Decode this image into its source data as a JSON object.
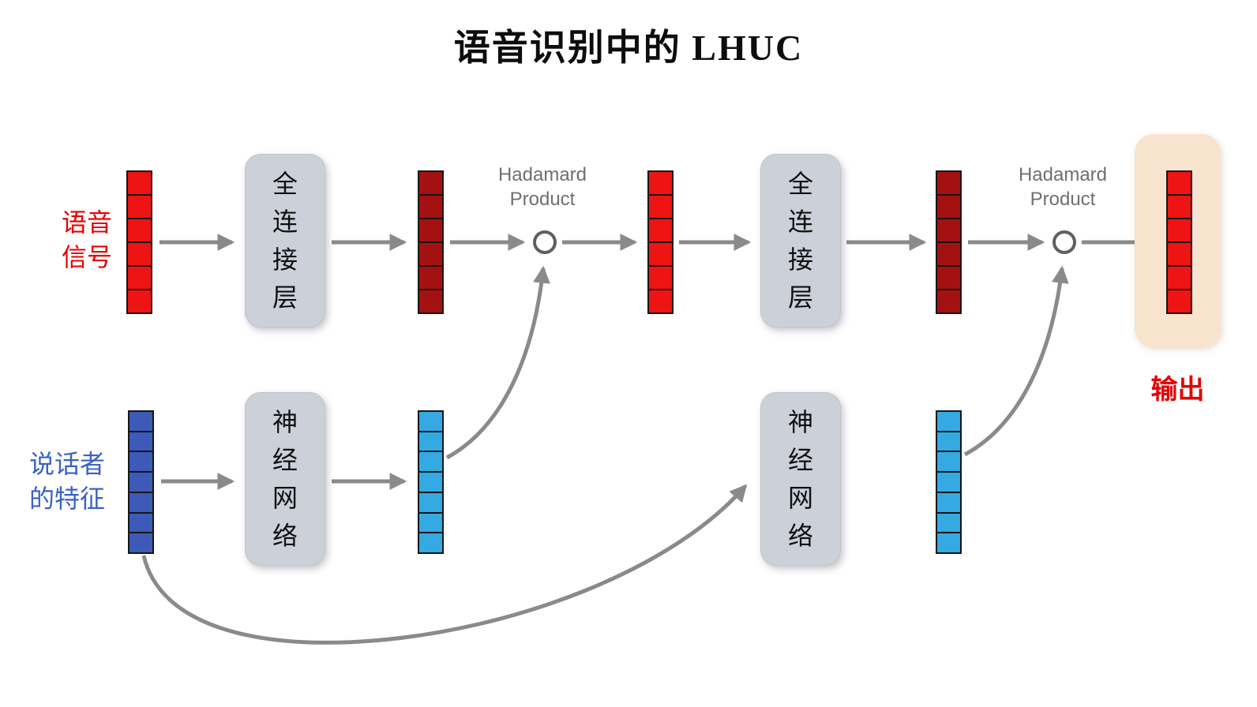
{
  "title": "语音识别中的 LHUC",
  "labels": {
    "speech_signal": "语音\n信号",
    "speaker_features": "说话者\n的特征",
    "output": "输出",
    "hadamard_1": "Hadamard\nProduct",
    "hadamard_2": "Hadamard\nProduct"
  },
  "boxes": {
    "fc1": {
      "label": "全连接层"
    },
    "fc2": {
      "label": "全连接层"
    },
    "nn1": {
      "label": "神经网络"
    },
    "nn2": {
      "label": "神经网络"
    }
  },
  "vectors": {
    "speech_input": {
      "cells": 6,
      "color": "#ee1414"
    },
    "fc1_output": {
      "cells": 6,
      "color": "#a31111"
    },
    "hadamard1_output": {
      "cells": 6,
      "color": "#ee1414"
    },
    "fc2_output": {
      "cells": 6,
      "color": "#a31111"
    },
    "final_output": {
      "cells": 6,
      "color": "#ee1414"
    },
    "speaker_input": {
      "cells": 7,
      "color": "#3d5ab8"
    },
    "nn1_output": {
      "cells": 7,
      "color": "#35a9e1"
    },
    "nn2_output": {
      "cells": 7,
      "color": "#35a9e1"
    }
  },
  "colors": {
    "speech_label": "#e60000",
    "speaker_label": "#3b62c4",
    "output_label": "#e60000",
    "hadamard_label": "#6f6f6f",
    "arrow": "#8a8a8a",
    "box_fill": "#ccd1d9",
    "output_panel_fill": "#f8e3cf"
  }
}
